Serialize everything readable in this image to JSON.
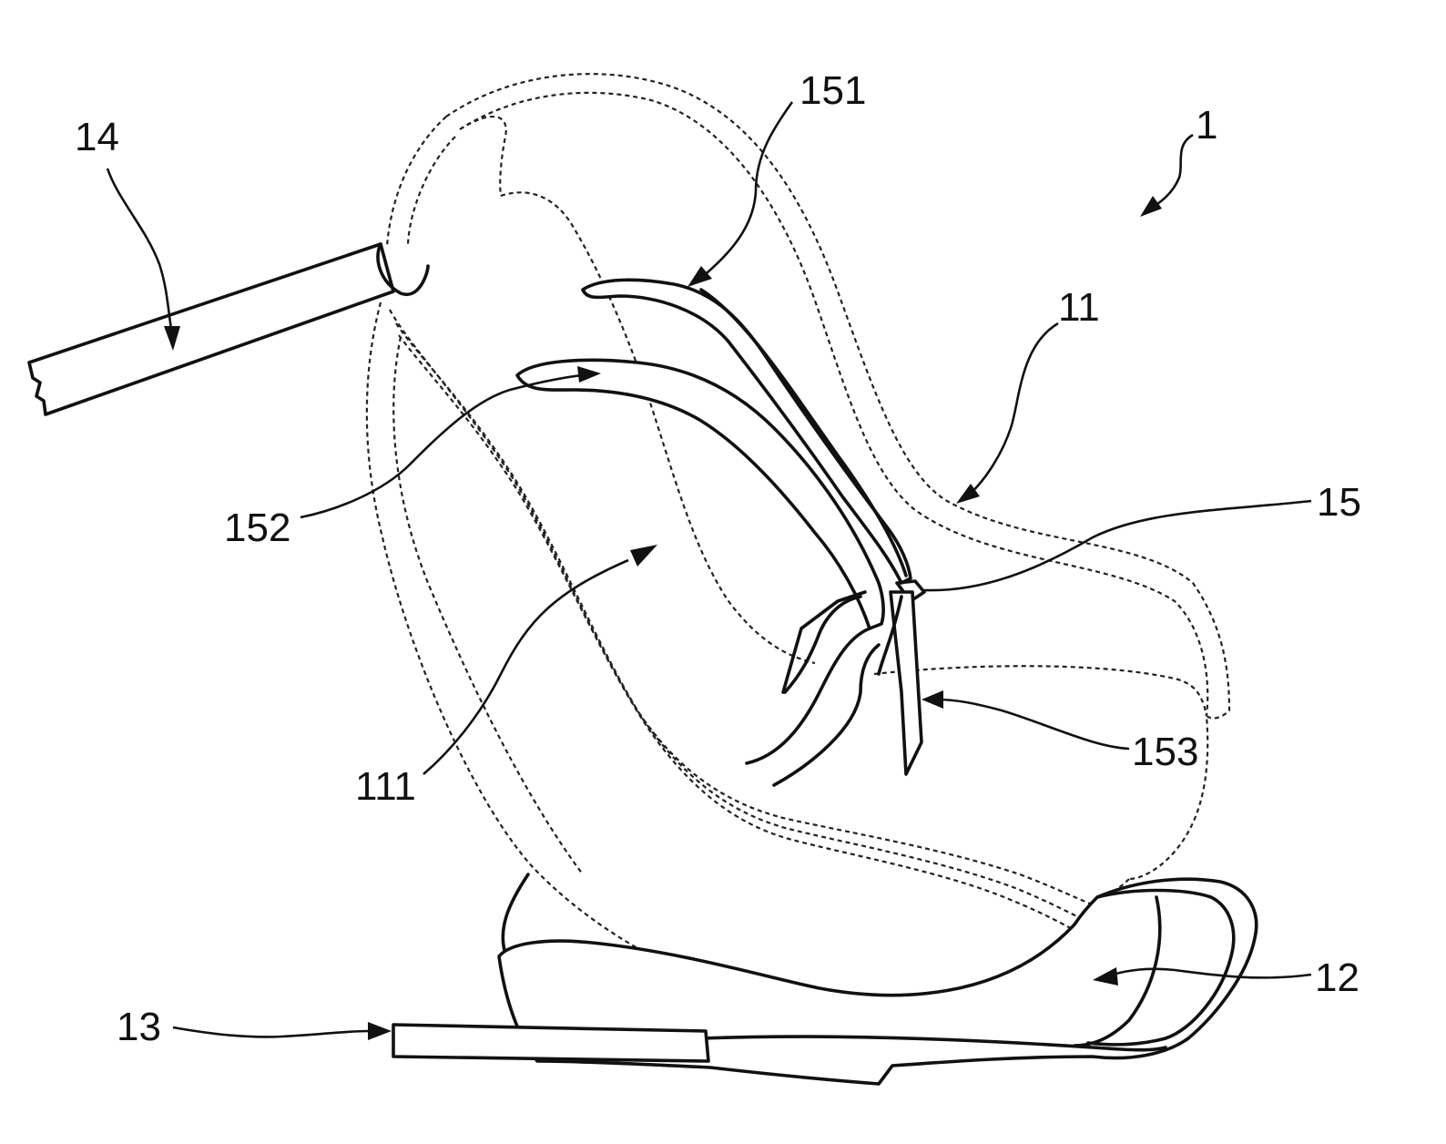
{
  "figure": {
    "labels": {
      "seat": "1",
      "shell": "11",
      "seat_surface": "111",
      "base": "12",
      "isofix_connector": "13",
      "support_leg": "14",
      "harness": "15",
      "shoulder_strap_upper": "151",
      "shoulder_strap_lower": "152",
      "crotch_strap": "153"
    }
  }
}
